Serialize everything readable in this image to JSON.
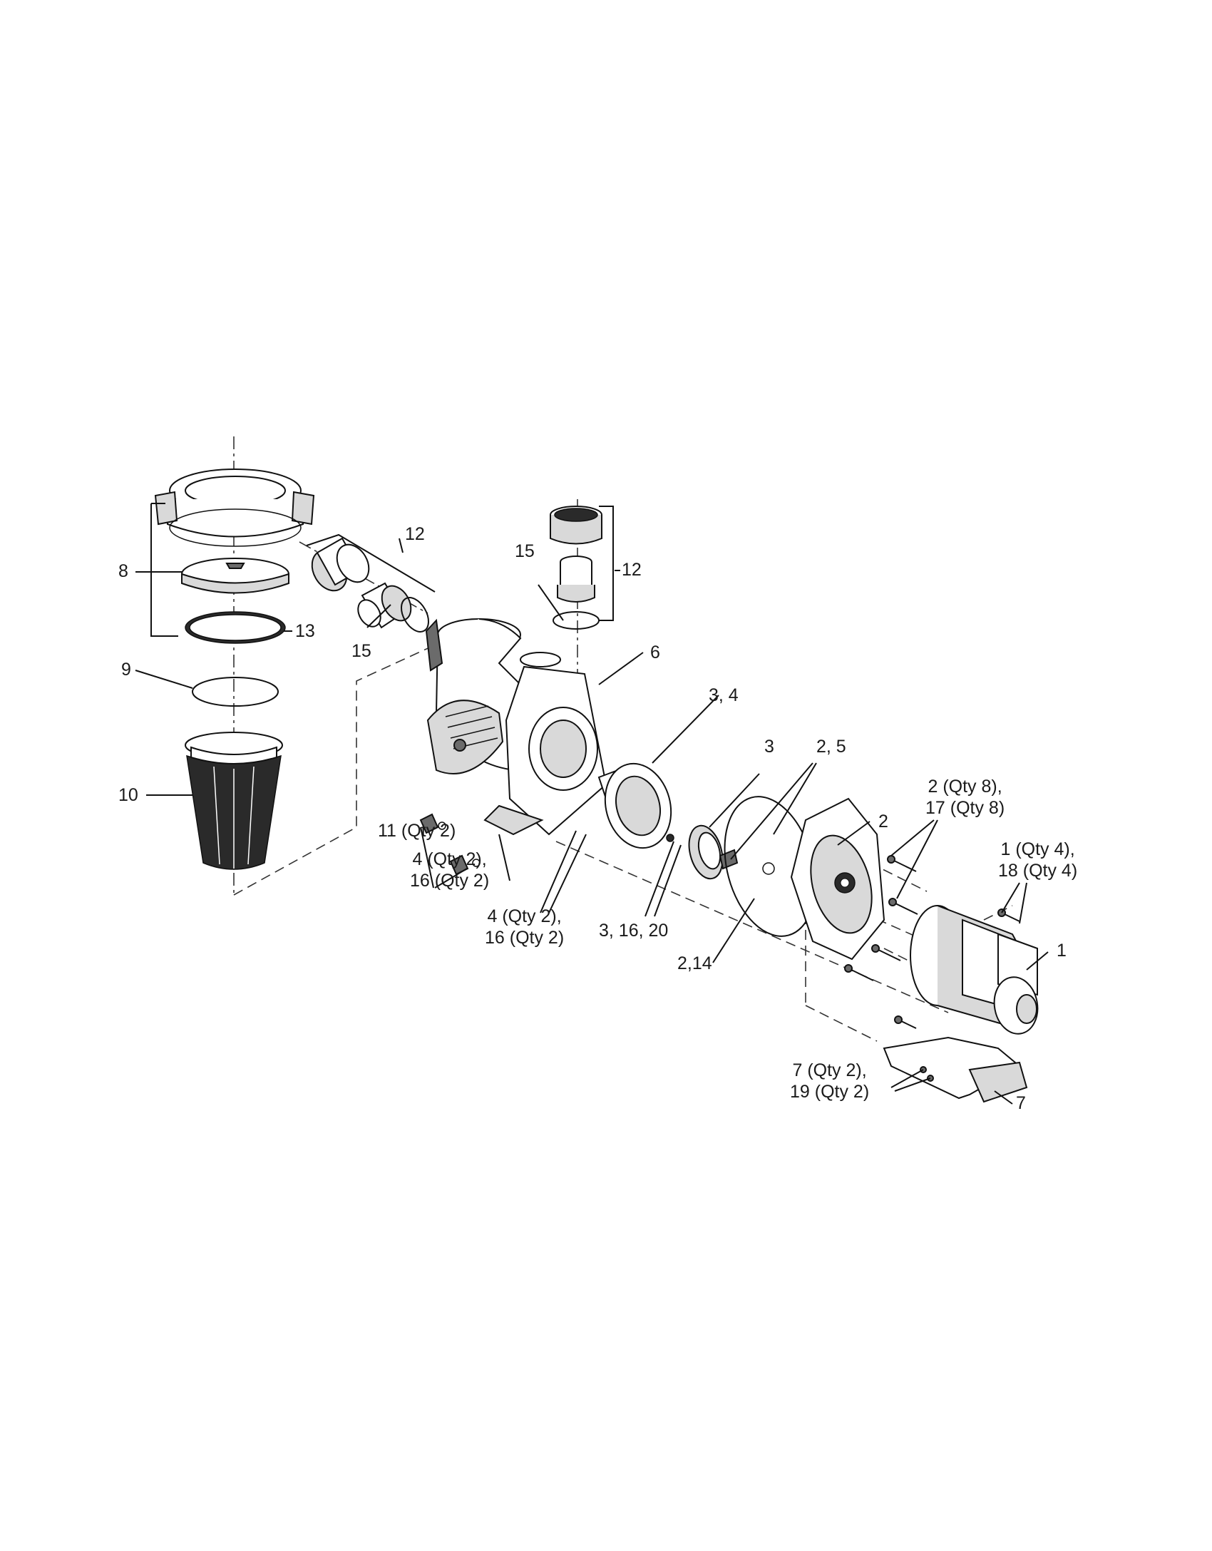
{
  "diagram": {
    "callouts": [
      {
        "id": "c1",
        "text": "12"
      },
      {
        "id": "c2",
        "text": "8"
      },
      {
        "id": "c3",
        "text": "13"
      },
      {
        "id": "c4",
        "text": "15"
      },
      {
        "id": "c5",
        "text": "9"
      },
      {
        "id": "c6",
        "text": "10"
      },
      {
        "id": "c7",
        "text": "11 (Qty 2)"
      },
      {
        "id": "c8",
        "text": "4 (Qty 2),\n16 (Qty 2)"
      },
      {
        "id": "c9",
        "text": "4 (Qty 2),\n16 (Qty 2)"
      },
      {
        "id": "c10",
        "text": "15"
      },
      {
        "id": "c11",
        "text": "12"
      },
      {
        "id": "c12",
        "text": "6"
      },
      {
        "id": "c13",
        "text": "3, 4"
      },
      {
        "id": "c14",
        "text": "3"
      },
      {
        "id": "c15",
        "text": "2, 5"
      },
      {
        "id": "c16",
        "text": "3, 16, 20"
      },
      {
        "id": "c17",
        "text": "2,14"
      },
      {
        "id": "c18",
        "text": "2"
      },
      {
        "id": "c19",
        "text": "2 (Qty 8),\n17 (Qty 8)"
      },
      {
        "id": "c20",
        "text": "1 (Qty 4),\n18 (Qty 4)"
      },
      {
        "id": "c21",
        "text": "1"
      },
      {
        "id": "c22",
        "text": "7 (Qty 2),\n19 (Qty 2)"
      },
      {
        "id": "c23",
        "text": "7"
      }
    ]
  }
}
